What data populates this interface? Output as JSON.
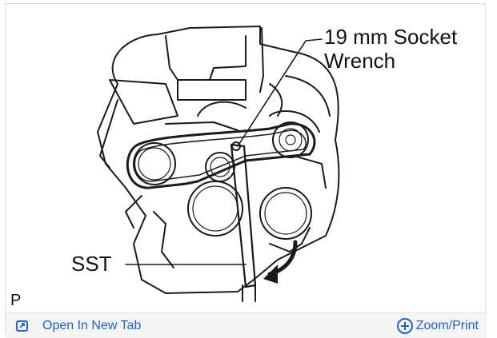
{
  "figure": {
    "callout_socket_line1": "19 mm Socket",
    "callout_socket_line2": "Wrench",
    "callout_sst": "SST",
    "figure_code": "P"
  },
  "toolbar": {
    "open_new_tab_label": "Open In New Tab",
    "zoom_print_label": "Zoom/Print",
    "open_icon": "open-external-icon",
    "zoom_icon": "plus-circle-icon"
  },
  "colors": {
    "link": "#2463b5",
    "toolbar_bg": "#f2f4f6",
    "line_art": "#1a1a1a"
  }
}
